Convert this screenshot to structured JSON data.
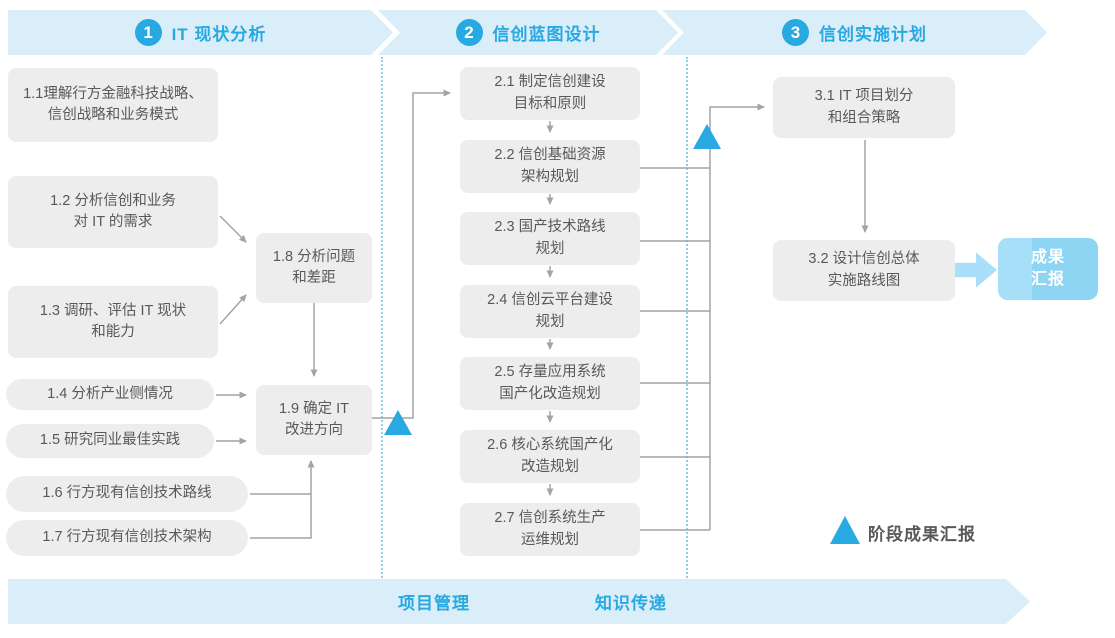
{
  "colors": {
    "accent_blue": "#29A9E1",
    "banner_bg": "#D9EEF9",
    "box_bg": "#EDEDED",
    "box_text": "#58595B",
    "line_gray": "#A3A4A7",
    "deliverable_bg": "#8ED5F4",
    "deliverable_stripe": "#A7DFF8",
    "big_arrow": "#A9DFF8",
    "dotted_separator": "#8FCFEC"
  },
  "phases": [
    {
      "number": "1",
      "title": "IT 现状分析"
    },
    {
      "number": "2",
      "title": "信创蓝图设计"
    },
    {
      "number": "3",
      "title": "信创实施计划"
    }
  ],
  "steps": {
    "s1_1": "1.1理解行方金融科技战略、\n信创战略和业务模式",
    "s1_2": "1.2 分析信创和业务\n对 IT 的需求",
    "s1_3": "1.3 调研、评估 IT 现状\n和能力",
    "s1_4": "1.4 分析产业侧情况",
    "s1_5": "1.5 研究同业最佳实践",
    "s1_6": "1.6 行方现有信创技术路线",
    "s1_7": "1.7 行方现有信创技术架构",
    "s1_8": "1.8 分析问题\n和差距",
    "s1_9": "1.9 确定 IT\n改进方向",
    "s2_1": "2.1 制定信创建设\n目标和原则",
    "s2_2": "2.2 信创基础资源\n架构规划",
    "s2_3": "2.3 国产技术路线\n规划",
    "s2_4": "2.4 信创云平台建设\n规划",
    "s2_5": "2.5 存量应用系统\n国产化改造规划",
    "s2_6": "2.6 核心系统国产化\n改造规划",
    "s2_7": "2.7 信创系统生产\n运维规划",
    "s3_1": "3.1 IT 项目划分\n和组合策略",
    "s3_2": "3.2 设计信创总体\n实施路线图"
  },
  "deliverable": {
    "label": "成果\n汇报"
  },
  "legend": {
    "label": "阶段成果汇报",
    "icon": "milestone-triangle-icon"
  },
  "footer": {
    "left_label": "项目管理",
    "right_label": "知识传递"
  }
}
